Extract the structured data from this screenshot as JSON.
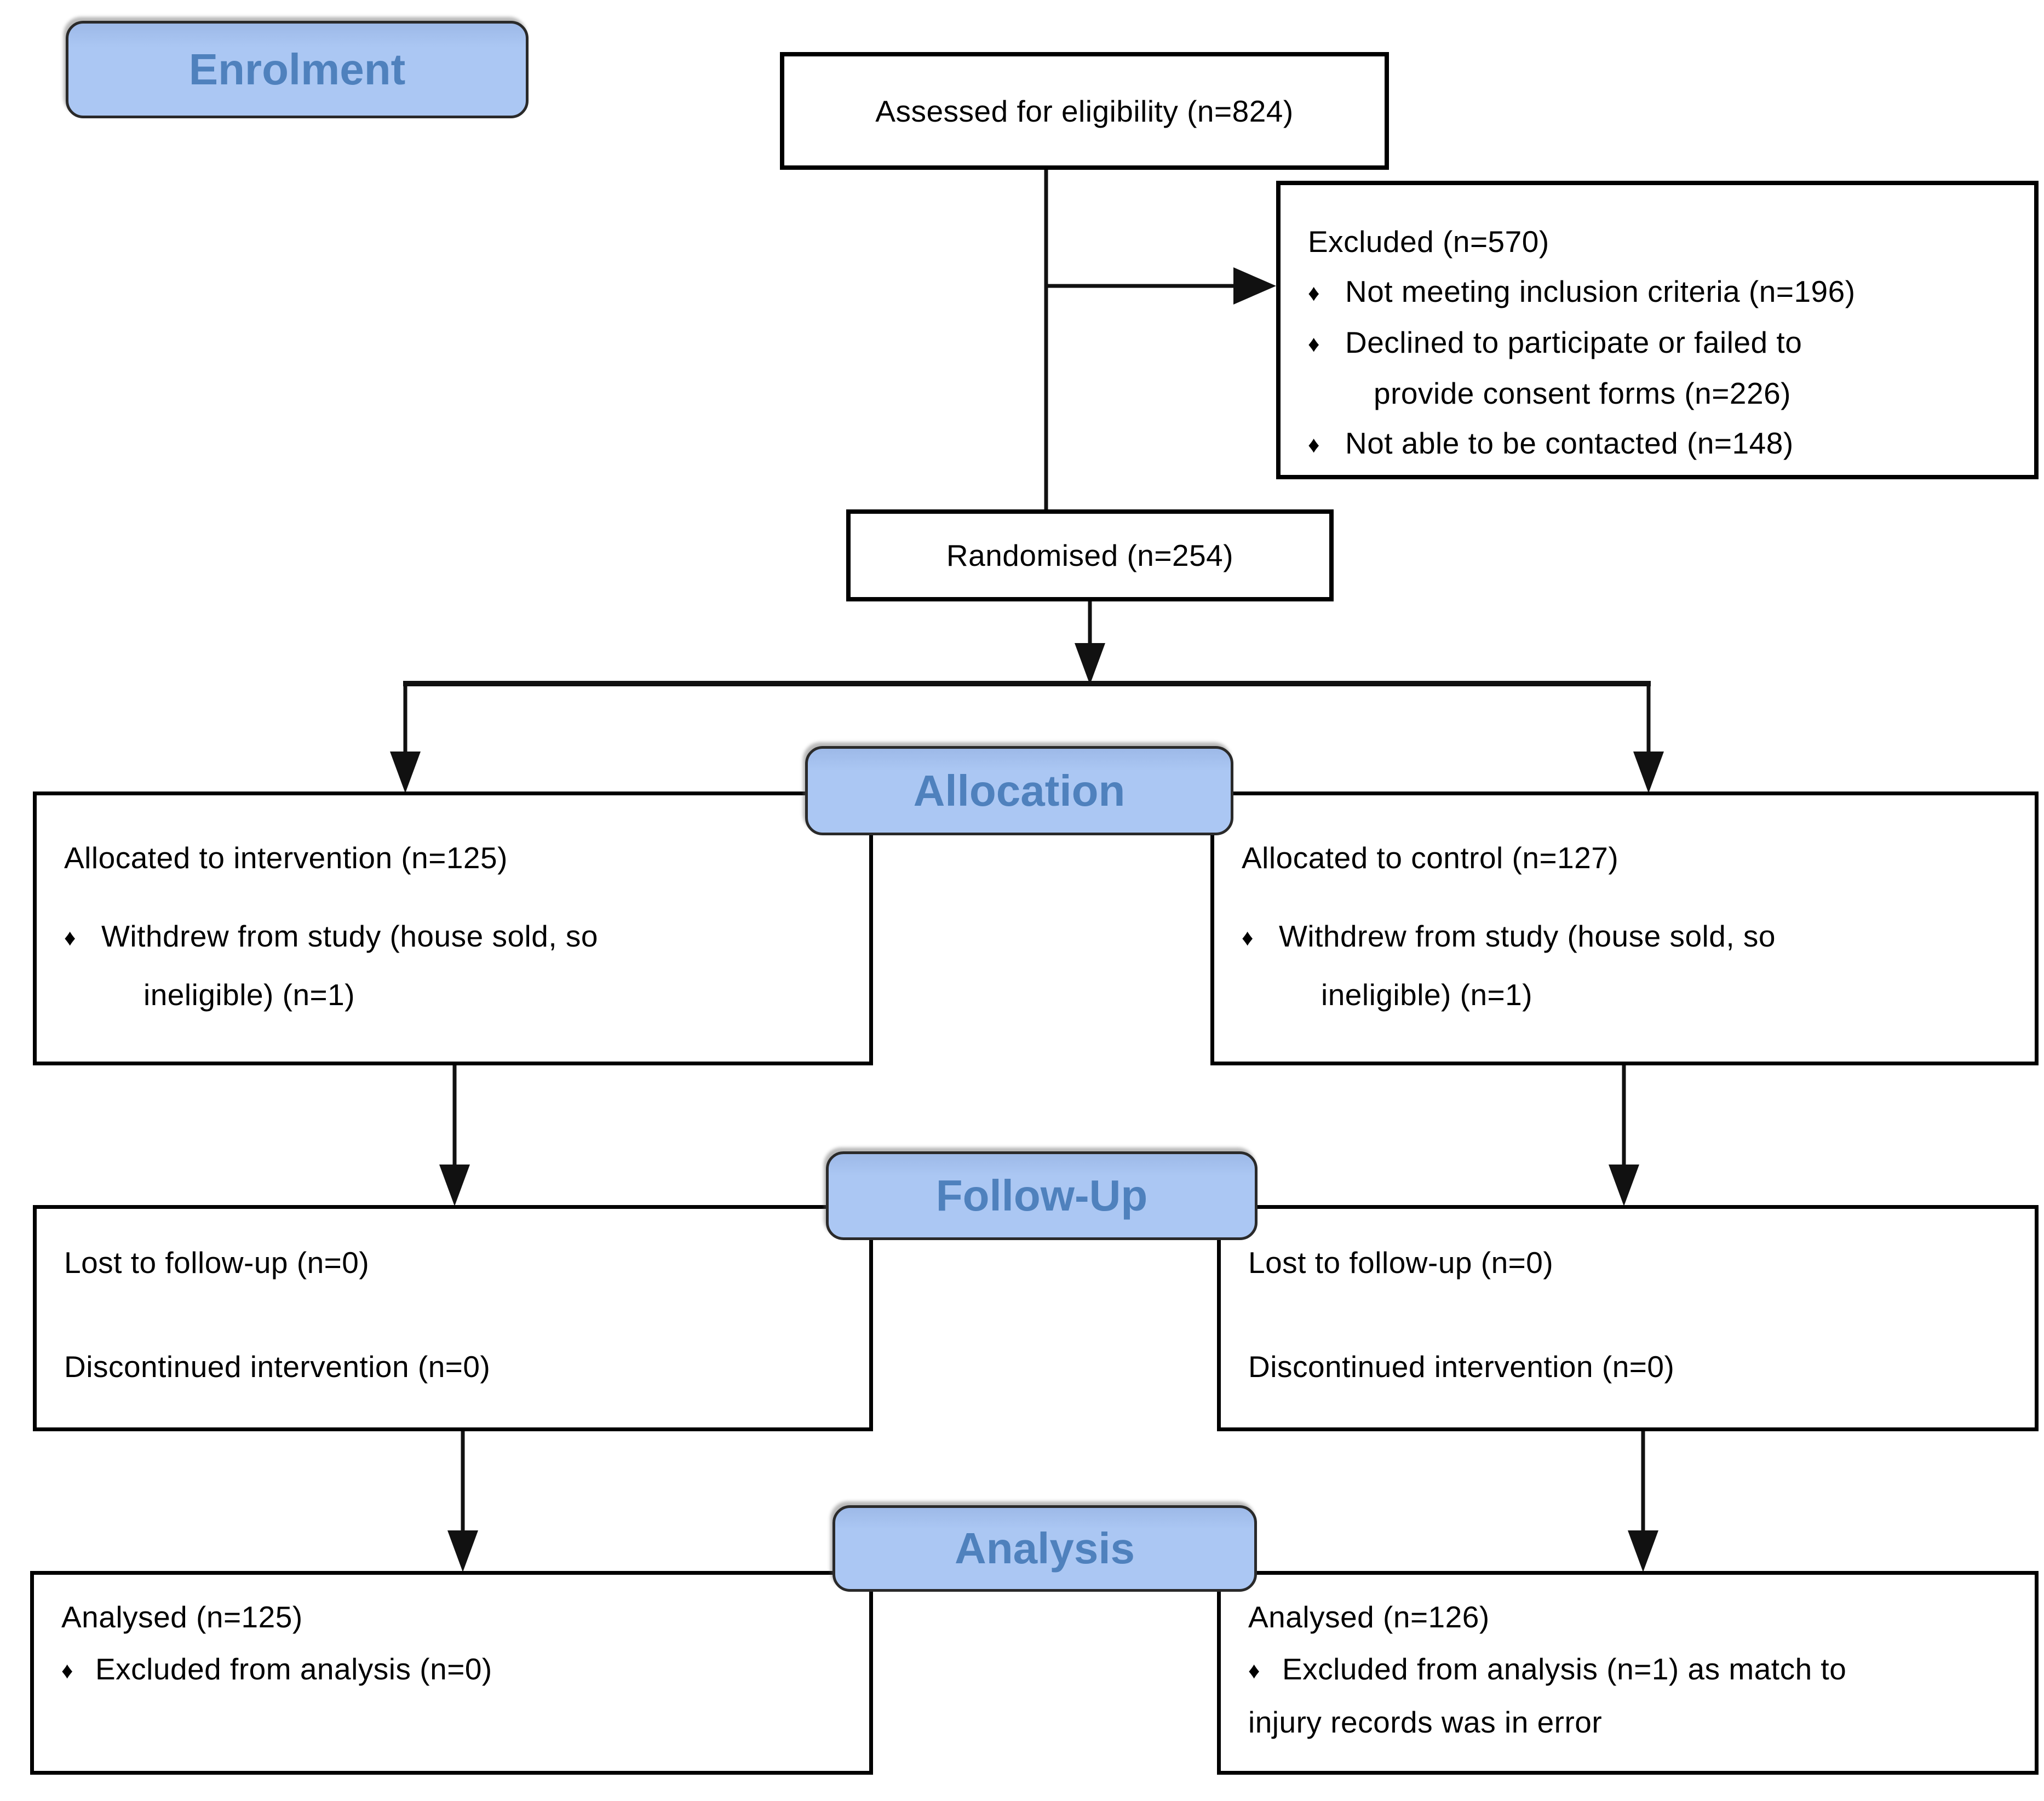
{
  "colors": {
    "background": "#ffffff",
    "label_fill": "#abc7f3",
    "label_text": "#4f81bd",
    "box_border": "#000000",
    "connector": "#111111"
  },
  "glyphs": {
    "bullet": "♦"
  },
  "stages": {
    "enrolment": "Enrolment",
    "allocation": "Allocation",
    "followup": "Follow-Up",
    "analysis": "Analysis"
  },
  "boxes": {
    "assessed": {
      "text": "Assessed for eligibility (n=824)"
    },
    "excluded": {
      "title": "Excluded  (n=570)",
      "bullet1": "Not meeting inclusion criteria (n=196)",
      "bullet2": "Declined to participate or failed to",
      "bullet2_wrap": "provide consent forms (n=226)",
      "bullet3": "Not able to be contacted (n=148)"
    },
    "randomised": {
      "text": "Randomised (n=254)"
    },
    "allocation_left": {
      "title": "Allocated to intervention (n=125)",
      "bullet1": "Withdrew from study (house sold, so",
      "bullet1_wrap": "ineligible) (n=1)"
    },
    "allocation_right": {
      "title": "Allocated to control (n=127)",
      "bullet1": "Withdrew from study (house sold, so",
      "bullet1_wrap": "ineligible) (n=1)"
    },
    "followup_left": {
      "line1": "Lost to follow-up (n=0)",
      "line2": "Discontinued intervention (n=0)"
    },
    "followup_right": {
      "line1": "Lost to follow-up (n=0)",
      "line2": "Discontinued intervention (n=0)"
    },
    "analysis_left": {
      "title": "Analysed  (n=125)",
      "bullet1": "Excluded from analysis (n=0)"
    },
    "analysis_right": {
      "title": "Analysed  (n=126)",
      "bullet1": "Excluded from analysis (n=1) as match to",
      "bullet1_wrap": "injury records was in error"
    }
  }
}
